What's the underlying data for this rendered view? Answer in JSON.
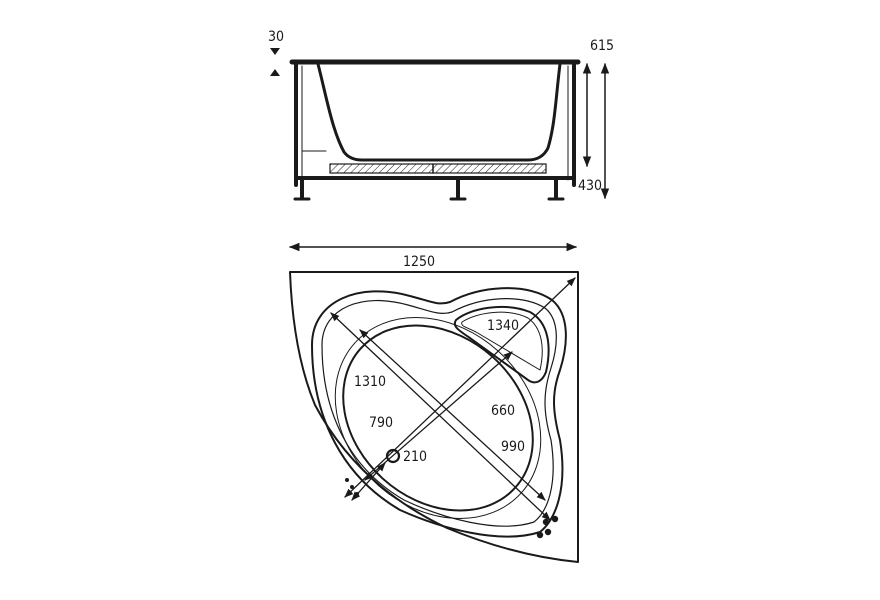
{
  "side_view": {
    "rim_thickness": "30",
    "total_height": "615",
    "leg_height": "430"
  },
  "top_view": {
    "width": "1250",
    "diagonal_with_seat": "1340",
    "diagonal_outer": "1310",
    "inner_diagonal": "990",
    "inner_length": "790",
    "inner_width": "660",
    "drain_size": "210"
  }
}
